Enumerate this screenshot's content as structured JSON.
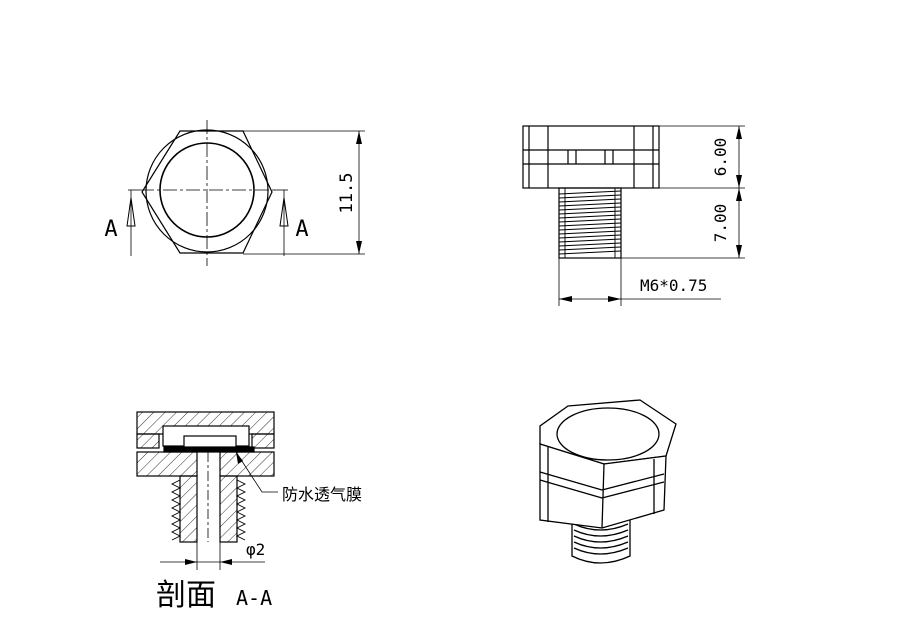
{
  "top_view": {
    "height_dim": "11.5",
    "section_marks": [
      "A",
      "A"
    ]
  },
  "side_view": {
    "cap_height_dim": "6.00",
    "thread_length_dim": "7.00",
    "thread_spec": "M6*0.75"
  },
  "section_view": {
    "membrane_label": "防水透气膜",
    "hole_diameter": "φ2",
    "title_cn": "剖面",
    "title_section": "A-A"
  }
}
